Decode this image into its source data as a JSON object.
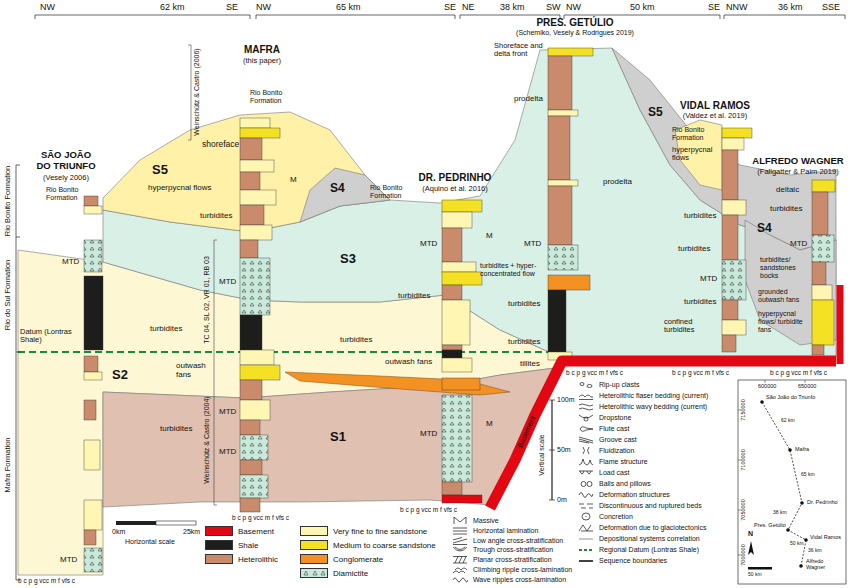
{
  "diagram": {
    "labels": [
      "NW",
      "62 km",
      "SE",
      "NW",
      "65 km",
      "SE",
      "NE",
      "38 km",
      "SW",
      "NW",
      "50 km",
      "SE",
      "NNW",
      "36 km",
      "SSE",
      "SÃO JOÃO DO TRIUNFO",
      "(Vesely 2006)",
      "MAFRA",
      "(this paper)",
      "DR. PEDRINHO",
      "(Aquino et al. 2016)",
      "PRES. GETÚLIO",
      "(Schemiko, Vesely & Rodrigues 2019)",
      "VIDAL RAMOS",
      "(Valdez et al. 2019)",
      "ALFREDO WAGNER",
      "(Fallgatter & Paim 2019)",
      "Rio Bonito Formation",
      "Rio do Sul Formation",
      "Mafra Formation",
      "Datum (Lontras Shale)",
      "S2",
      "S1",
      "S3",
      "S5",
      "S4",
      "S5",
      "S4",
      "Weinschütz & Castro (2006)",
      "TC 04, SL 02, VR 01, RB 03",
      "Weinschütz & Castro (2004)",
      "Rio Bonito Formation",
      "MTD",
      "MTD",
      "Rio Bonito Formation",
      "shoreface",
      "hyperpycnal flows",
      "turbidites",
      "M",
      "MTD",
      "turbidites",
      "outwash fans",
      "MTD",
      "turbidites",
      "MTD",
      "Rio Bonito Formation",
      "M",
      "MTD",
      "turbidites",
      "turbidites",
      "outwash fans",
      "MTD",
      "M",
      "Shoreface and delta front",
      "prodelta",
      "prodelta",
      "MTD",
      "turbidites + hyper- concentrated flow",
      "turbidites",
      "turbidites",
      "tillites",
      "Rio Bonito Formation",
      "hyperpycnal flows",
      "turbidites",
      "turbidites",
      "MTD",
      "turbidites",
      "confined turbidites",
      "deltaic",
      "turbidites",
      "MTD",
      "turbidites/ sandstones bocks",
      "grounded outwash fans",
      "hyperpycnal flows/ turbidite fans",
      "b c p g vcc m f vfs c",
      "b c p g vcc m f vfs c",
      "b c p g vcc m f vfs c",
      "b c p g vcc m f vfs c",
      "b c p g vcc m f vfs c",
      "b c p g vcc m f vfs c",
      "100m",
      "50m",
      "0m",
      "Vertical scale",
      "0km",
      "25km",
      "Horizontal scale",
      "Basement",
      "600000",
      "650000",
      "7150000",
      "7100000",
      "7050000",
      "7000000",
      "São João do Triunfo",
      "Mafra",
      "Dr. Pedrinho",
      "Pres. Getúlio",
      "Vidal Ramos",
      "Alfredo Wagner",
      "62 km",
      "65 km",
      "38 km",
      "50 km",
      "36 km",
      "N",
      "50 km"
    ],
    "legend": [
      {
        "text": "Basement",
        "color": "#e30613"
      },
      {
        "text": "Shale",
        "color": "#1d1d1b"
      },
      {
        "text": "Heterolithic",
        "color": "#c98b6b"
      },
      {
        "text": "Very fine to fine sandstone",
        "color": "#fff6b3"
      },
      {
        "text": "Medium to coarse sandstone",
        "color": "#f5e124"
      },
      {
        "text": "Conglomerate",
        "color": "#f39223"
      },
      {
        "text": "Diamictite",
        "color": "#c9eadb"
      },
      {
        "text": "Massive"
      },
      {
        "text": "Horizontal lamination"
      },
      {
        "text": "Low angle cross-stratification"
      },
      {
        "text": "Trough cross-stratification"
      },
      {
        "text": "Planar cross-stratification"
      },
      {
        "text": "Climbing ripple cross-lamination"
      },
      {
        "text": "Wave ripples cross-lamination"
      },
      {
        "text": "Rip-up clasts"
      },
      {
        "text": "Heterolithic flaser bedding (current)"
      },
      {
        "text": "Heterolithic wavy bedding (current)"
      },
      {
        "text": "Dropstone"
      },
      {
        "text": "Flute cast"
      },
      {
        "text": "Groove cast"
      },
      {
        "text": "Fluidization"
      },
      {
        "text": "Flame structure"
      },
      {
        "text": "Load cast"
      },
      {
        "text": "Balls and pillows"
      },
      {
        "text": "Deformation structures"
      },
      {
        "text": "Discontinuous and ruptured beds"
      },
      {
        "text": "Concretion"
      },
      {
        "text": "Deformation due to glaciotectonics"
      },
      {
        "text": "Depositional systems correlation"
      },
      {
        "text": "Regional Datum (Lontras Shale)"
      },
      {
        "text": "Sequence boundaries"
      }
    ]
  }
}
